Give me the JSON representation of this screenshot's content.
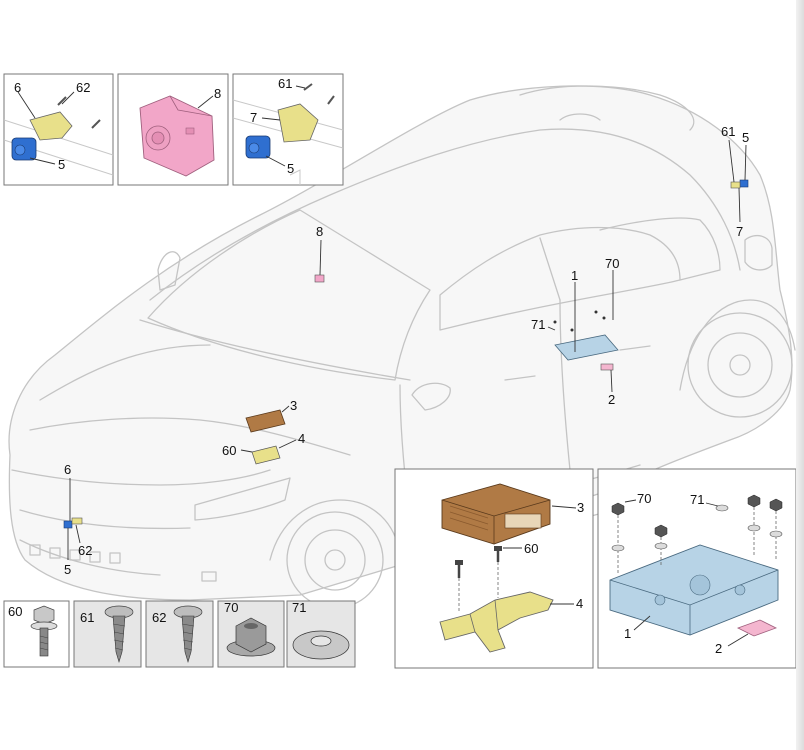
{
  "labels": {
    "p3": "3",
    "p4": "4",
    "p60": "60",
    "p8": "8",
    "p1": "1",
    "p70": "70",
    "p71": "71",
    "p2": "2",
    "p61": "61",
    "p5": "5",
    "p7": "7",
    "p6": "6",
    "p62": "62"
  },
  "insets": {
    "camera_front": {
      "a": "6",
      "b": "62",
      "c": "5"
    },
    "camera_interior": {
      "a": "8"
    },
    "camera_rear": {
      "a": "61",
      "b": "7",
      "c": "5"
    },
    "module_detail": {
      "a": "3",
      "b": "60",
      "c": "4"
    },
    "bracket_detail": {
      "a": "70",
      "b": "71",
      "c": "1",
      "d": "2"
    }
  },
  "fasteners": [
    {
      "label": "60"
    },
    {
      "label": "61"
    },
    {
      "label": "62"
    },
    {
      "label": "70"
    },
    {
      "label": "71"
    }
  ],
  "colors": {
    "camera_blue": "#2f6fd0",
    "bracket_yellow": "#e8e08a",
    "housing_pink": "#f2a6c8",
    "module_bronze": "#b07a45",
    "plate_blue": "#b7d3e6",
    "clip_pink": "#f4b6cf"
  }
}
